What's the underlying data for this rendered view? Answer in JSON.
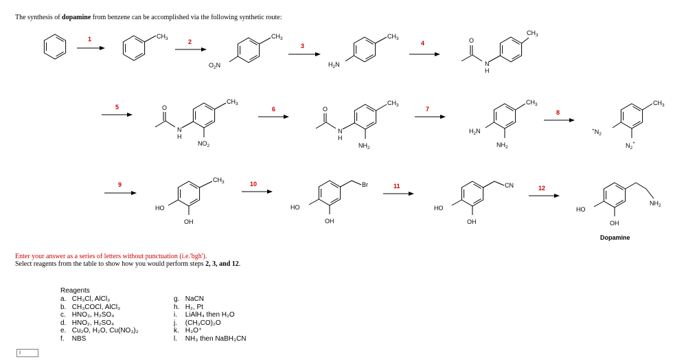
{
  "question": {
    "intro_before": "The synthesis of ",
    "intro_bold": "dopamine",
    "intro_after": " from benzene can be accomplished via the following synthetic route:",
    "instruction_red": "Enter your answer as a series of letters without punctuation (i.e.'bgh').",
    "instruction_black_before": "Select reagents from the table to show how you would perform steps ",
    "instruction_black_bold": "2, 3, and 12",
    "instruction_black_after": "."
  },
  "steps": [
    "1",
    "2",
    "3",
    "4",
    "5",
    "6",
    "7",
    "8",
    "9",
    "10",
    "11",
    "12"
  ],
  "labels": {
    "ch3": "CH",
    "three": "3",
    "o2n_o": "O",
    "o2n_2": "2",
    "o2n_n": "N",
    "h2n_h": "H",
    "h2n_2": "2",
    "h2n_n": "N",
    "o": "O",
    "n": "N",
    "h": "H",
    "no2_no": "NO",
    "no2_2": "2",
    "nh2_nh": "NH",
    "nh2_2": "2",
    "n2_plus": "+",
    "n2_n": "N",
    "n2_2": "2",
    "ho": "HO",
    "oh": "OH",
    "br": "Br",
    "cn": "CN",
    "dopamine": "Dopamine"
  },
  "reagents": {
    "title": "Reagents",
    "left": [
      {
        "letter": "a.",
        "text": "CH₃Cl, AlCl₃"
      },
      {
        "letter": "b.",
        "text": "CH₃COCl, AlCl₃"
      },
      {
        "letter": "c.",
        "text": "HNO₃, H₂SO₄"
      },
      {
        "letter": "d.",
        "text": "HNO₂, H₂SO₄"
      },
      {
        "letter": "e.",
        "text": "Cu₂O, H₂O, Cu(NO₃)₂"
      },
      {
        "letter": "f.",
        "text": "NBS"
      }
    ],
    "right": [
      {
        "letter": "g.",
        "text": "NaCN"
      },
      {
        "letter": "h.",
        "text": "H₂, Pt"
      },
      {
        "letter": "i.",
        "text": "LiAlH₄ then H₂O"
      },
      {
        "letter": "j.",
        "text": "(CH₃CO)₂O"
      },
      {
        "letter": "k.",
        "text": "H₃O⁺"
      },
      {
        "letter": "l.",
        "text": "NH₃ then NaBH₃CN"
      }
    ]
  },
  "answer": {
    "value": "",
    "icon_text": "i"
  },
  "colors": {
    "step_number": "#cc0000",
    "instruction": "#cc0000"
  }
}
